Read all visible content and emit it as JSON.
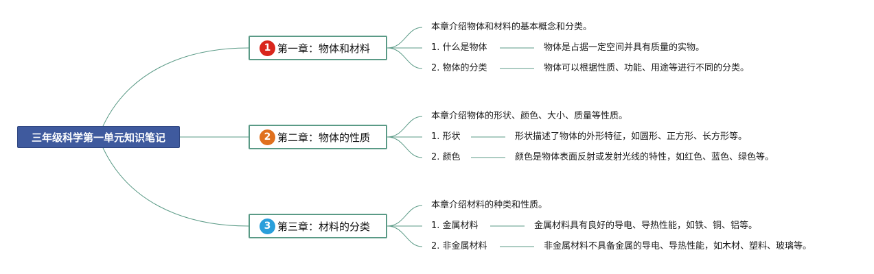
{
  "root": {
    "title": "三年级科学第一单元知识笔记"
  },
  "colors": {
    "root_bg": "#3f5a9e",
    "line": "#5a9a86",
    "badge": [
      "#d9261c",
      "#e0711f",
      "#2a9fdb"
    ]
  },
  "chapters": [
    {
      "number": "1",
      "title": "第一章：物体和材料",
      "intro": "本章介绍物体和材料的基本概念和分类。",
      "items": [
        {
          "label": "1. 什么是物体",
          "detail": "物体是占据一定空间并具有质量的实物。"
        },
        {
          "label": "2. 物体的分类",
          "detail": "物体可以根据性质、功能、用途等进行不同的分类。"
        }
      ]
    },
    {
      "number": "2",
      "title": "第二章：物体的性质",
      "intro": "本章介绍物体的形状、颜色、大小、质量等性质。",
      "items": [
        {
          "label": "1. 形状",
          "detail": "形状描述了物体的外形特征，如圆形、正方形、长方形等。"
        },
        {
          "label": "2. 颜色",
          "detail": "颜色是物体表面反射或发射光线的特性，如红色、蓝色、绿色等。"
        }
      ]
    },
    {
      "number": "3",
      "title": "第三章：材料的分类",
      "intro": "本章介绍材料的种类和性质。",
      "items": [
        {
          "label": "1. 金属材料",
          "detail": "金属材料具有良好的导电、导热性能，如铁、铜、铝等。"
        },
        {
          "label": "2. 非金属材料",
          "detail": "非金属材料不具备金属的导电、导热性能，如木材、塑料、玻璃等。"
        }
      ]
    }
  ]
}
